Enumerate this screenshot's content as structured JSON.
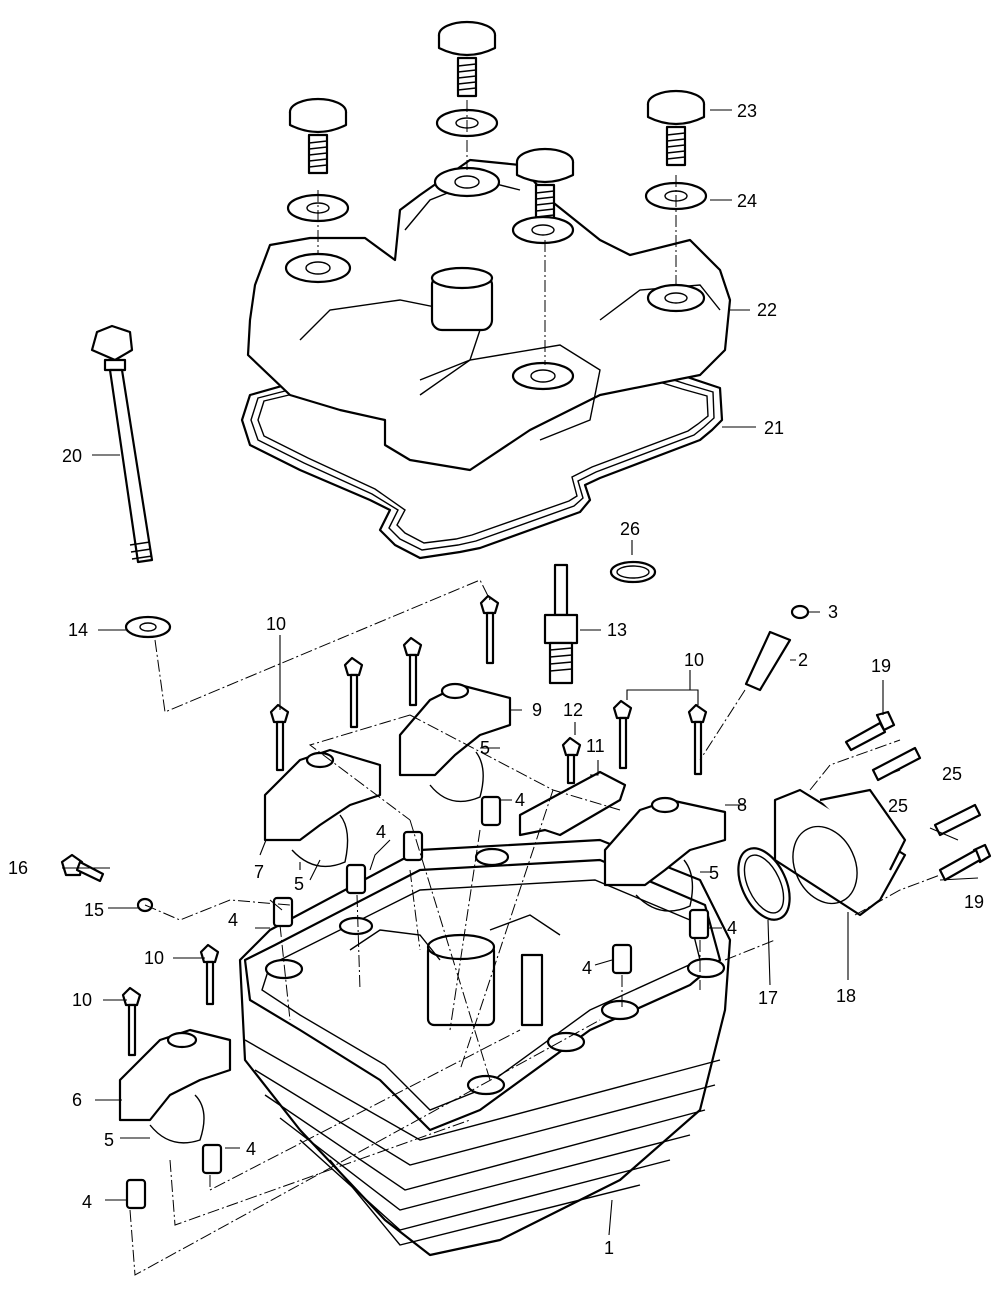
{
  "callouts": {
    "c1": "1",
    "c2": "2",
    "c3": "3",
    "c4a": "4",
    "c4b": "4",
    "c4c": "4",
    "c4d": "4",
    "c4e": "4",
    "c4f": "4",
    "c4g": "4",
    "c5a": "5",
    "c5b": "5",
    "c5c": "5",
    "c5d": "5",
    "c6": "6",
    "c7": "7",
    "c8": "8",
    "c9": "9",
    "c10a": "10",
    "c10b": "10",
    "c10c": "10",
    "c10d": "10",
    "c11": "11",
    "c12": "12",
    "c13": "13",
    "c14": "14",
    "c15": "15",
    "c16": "16",
    "c17": "17",
    "c18": "18",
    "c19a": "19",
    "c19b": "19",
    "c20": "20",
    "c21": "21",
    "c22": "22",
    "c23": "23",
    "c24": "24",
    "c25a": "25",
    "c25b": "25",
    "c26": "26"
  }
}
